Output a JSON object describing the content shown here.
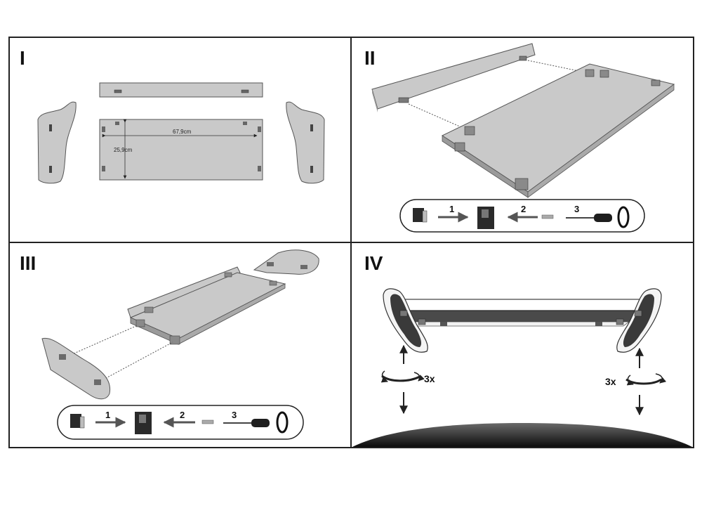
{
  "steps": {
    "s1": {
      "number": "I",
      "width_label": "67,9cm",
      "height_label": "25,9cm"
    },
    "s2": {
      "number": "II",
      "seq": [
        "1",
        "2",
        "3"
      ]
    },
    "s3": {
      "number": "III",
      "seq": [
        "1",
        "2",
        "3"
      ]
    },
    "s4": {
      "number": "IV",
      "repeat_left": "3x",
      "repeat_right": "3x"
    }
  },
  "colors": {
    "panel": "#c9c9c9",
    "edge": "#6a6a6a",
    "dark": "#3a3a3a",
    "frame": "#222222"
  }
}
